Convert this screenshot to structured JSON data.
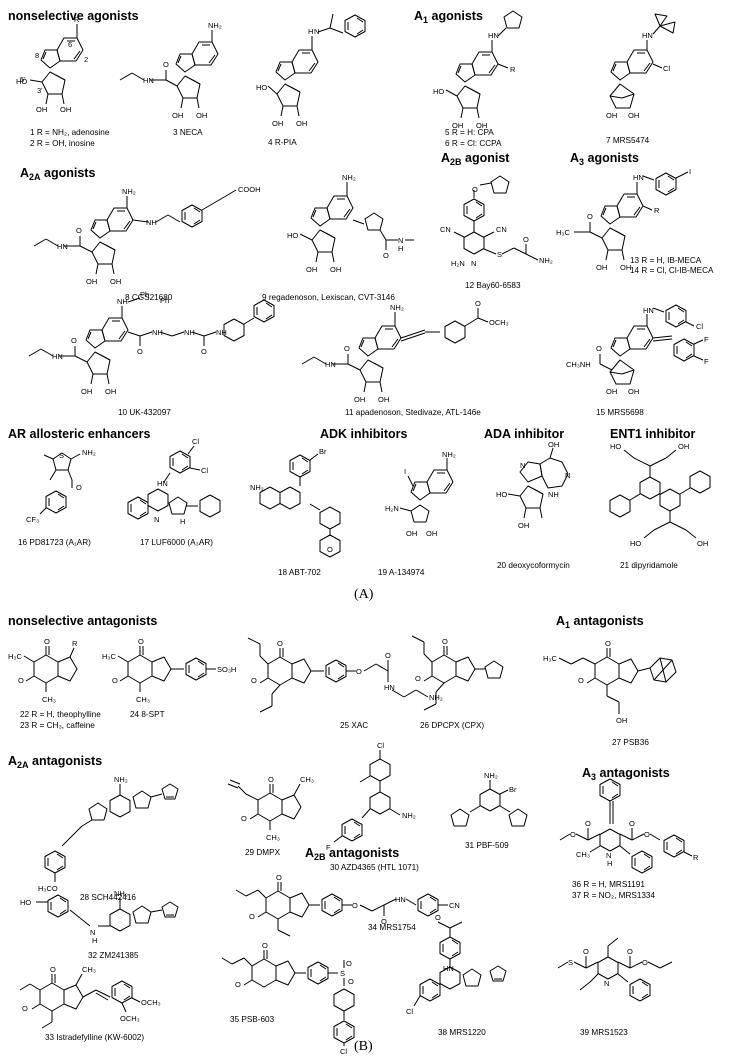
{
  "panel_a": {
    "label": "(A)",
    "sections": {
      "nonselective_agonists": "nonselective agonists",
      "a1_agonists_main": "A",
      "a1_agonists_sub": "1",
      "a1_agonists_rest": " agonists",
      "a2a_agonists_main": "A",
      "a2a_agonists_sub": "2A",
      "a2a_agonists_rest": " agonists",
      "a2b_agonist_main": "A",
      "a2b_agonist_sub": "2B",
      "a2b_agonist_rest": " agonist",
      "a3_agonists_main": "A",
      "a3_agonists_sub": "3",
      "a3_agonists_rest": " agonists",
      "ar_allosteric": "AR allosteric enhancers",
      "adk_inhibitors": "ADK inhibitors",
      "ada_inhibitor": "ADA inhibitor",
      "ent1_inhibitor": "ENT1 inhibitor"
    },
    "compounds": {
      "c1": "1 R =  NH₂,  adenosine",
      "c2": "2 R =  OH, inosine",
      "c3": "3 NECA",
      "c4": "4 R-PIA",
      "c5": "5 R =   H:  CPA",
      "c6": "6 R =   Cl:  CCPA",
      "c7": "7 MRS5474",
      "c8": "8 CGS21680",
      "c9": "9  regadenoson, Lexiscan, CVT-3146",
      "c12": "12  Bay60-6583",
      "c13": "13  R = H, IB-MECA",
      "c14": "14  R = Cl,  Cl-IB-MECA",
      "c10": "10  UK-432097",
      "c11": "11  apadenoson, Stedivaze, ATL-146e",
      "c15": "15  MRS5698",
      "c16": "16 PD81723 (A₁AR)",
      "c17": "17 LUF6000 (A₃AR)",
      "c18": "18 ABT-702",
      "c19": "19  A-134974",
      "c20": "20  deoxycoformycin",
      "c21": "21  dipyridamole"
    }
  },
  "panel_b": {
    "label": "(B)",
    "sections": {
      "nonselective_antagonists": "nonselective antagonists",
      "a1_antagonists_main": "A",
      "a1_antagonists_sub": "1",
      "a1_antagonists_rest": " antagonists",
      "a2a_antagonists_main": "A",
      "a2a_antagonists_sub": "2A",
      "a2a_antagonists_rest": " antagonists",
      "a2b_antagonists_main": "A",
      "a2b_antagonists_sub": "2B",
      "a2b_antagonists_rest": " antagonists",
      "a3_antagonists_main": "A",
      "a3_antagonists_sub": "3",
      "a3_antagonists_rest": " antagonists"
    },
    "compounds": {
      "c22": "22  R = H, theophylline",
      "c23": "23  R = CH₃, caffeine",
      "c24": "24  8-SPT",
      "c25": "25  XAC",
      "c26": "26  DPCPX (CPX)",
      "c27": "27  PSB36",
      "c28": "28  SCH442416",
      "c29": "29  DMPX",
      "c30": "30  AZD4365 (HTL 1071)",
      "c31": "31  PBF-509",
      "c32": "32  ZM241385",
      "c33": "33  Istradefylline (KW-6002)",
      "c34": "34   MRS1754",
      "c35": "35  PSB-603",
      "c36": "36  R = H,  MRS1191",
      "c37": "37  R = NO₂,  MRS1334",
      "c38": "38  MRS1220",
      "c39": "39  MRS1523"
    }
  },
  "atoms": {
    "nh2": "NH₂",
    "oh": "OH",
    "n": "N",
    "o": "O",
    "h": "H",
    "r": "R",
    "cl": "Cl",
    "f": "F",
    "br": "Br",
    "i": "I",
    "s": "S",
    "hn": "HN",
    "ho": "HO",
    "nh": "NH",
    "ph": "Ph",
    "cooh": "COOH",
    "cn": "CN",
    "ch3": "CH₃",
    "h3c": "H₃C",
    "och3": "OCH₃",
    "h3co": "H₃CO",
    "so3h": "SO₃H",
    "cf3": "CF₃",
    "h2n": "H₂N",
    "ch3nh": "CH₃NH",
    "num5p": "5'",
    "num3p": "3'",
    "num6": "6",
    "num8": "8",
    "num2": "2"
  }
}
